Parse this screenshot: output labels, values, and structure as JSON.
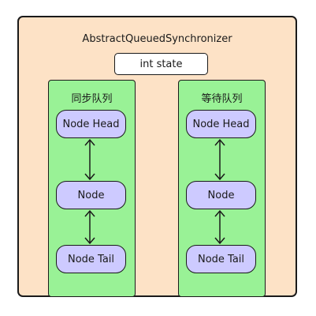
{
  "diagram": {
    "title": "AbstractQueuedSynchronizer",
    "state_label": "int state",
    "queues": [
      {
        "label": "同步队列",
        "nodes": [
          "Node Head",
          "Node",
          "Node Tail"
        ]
      },
      {
        "label": "等待队列",
        "nodes": [
          "Node Head",
          "Node",
          "Node Tail"
        ]
      }
    ]
  },
  "colors": {
    "outer_fill": "#fde2c6",
    "queue_fill": "#99f296",
    "node_fill": "#cdcaff",
    "stroke": "#1a1a1a"
  }
}
